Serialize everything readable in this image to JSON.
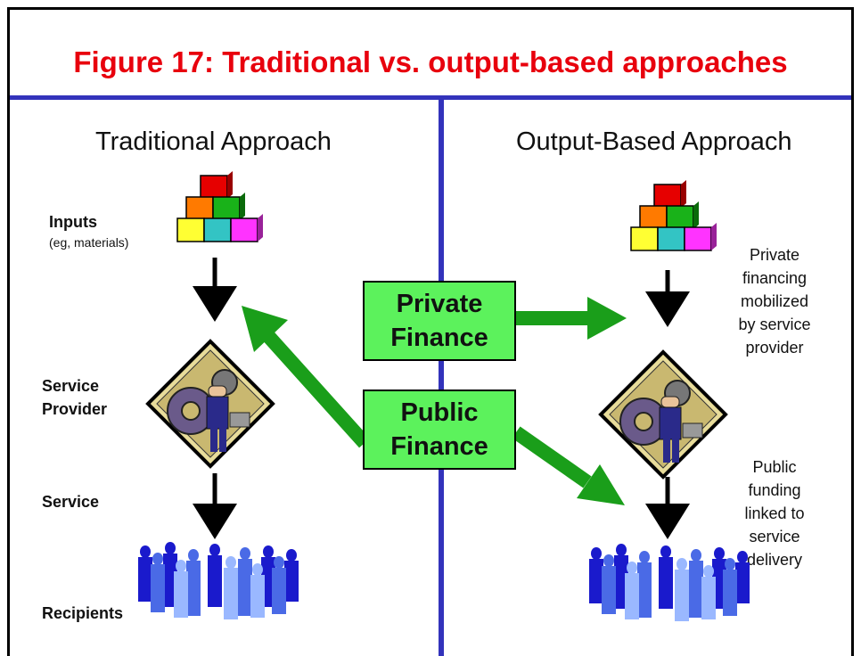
{
  "figure_title": "Figure 17: Traditional vs. output-based approaches",
  "left": {
    "heading": "Traditional Approach",
    "inputs_label": "Inputs",
    "inputs_sub": "(eg, materials)",
    "provider_label_1": "Service",
    "provider_label_2": "Provider",
    "service_label": "Service",
    "recipients_label": "Recipients"
  },
  "right": {
    "heading": "Output-Based Approach",
    "private_note": [
      "Private",
      "financing",
      "mobilized",
      "by service",
      "provider"
    ],
    "public_note": [
      "Public",
      "funding",
      "linked to",
      "service",
      "delivery"
    ]
  },
  "center": {
    "private_finance": [
      "Private",
      "Finance"
    ],
    "public_finance": [
      "Public",
      "Finance"
    ]
  },
  "colors": {
    "title": "#e8000d",
    "divider": "#3333bb",
    "finance_box": "#5cf25c",
    "arrow_green": "#1a9e1a"
  },
  "icons": [
    "cubes-icon",
    "gear-worker-icon",
    "crowd-icon"
  ]
}
